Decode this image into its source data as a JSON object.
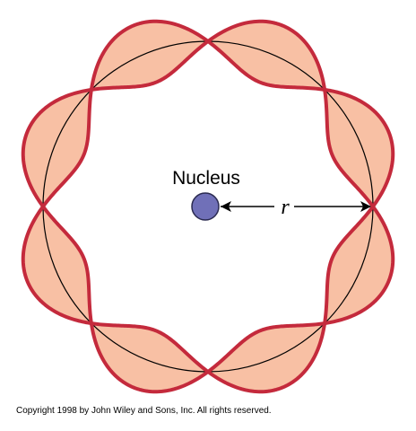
{
  "diagram": {
    "nucleus_label": "Nucleus",
    "radius_label": "r",
    "copyright": "Copyright 1998 by John Wiley and Sons, Inc.  All rights reserved.",
    "wave_nodes": 8,
    "colors": {
      "wave_stroke": "#c42a3c",
      "wave_fill": "#f8c0a4",
      "orbit_stroke": "#000000",
      "nucleus_fill": "#7070b8",
      "nucleus_stroke": "#2a2a50",
      "arrow": "#000000"
    }
  }
}
